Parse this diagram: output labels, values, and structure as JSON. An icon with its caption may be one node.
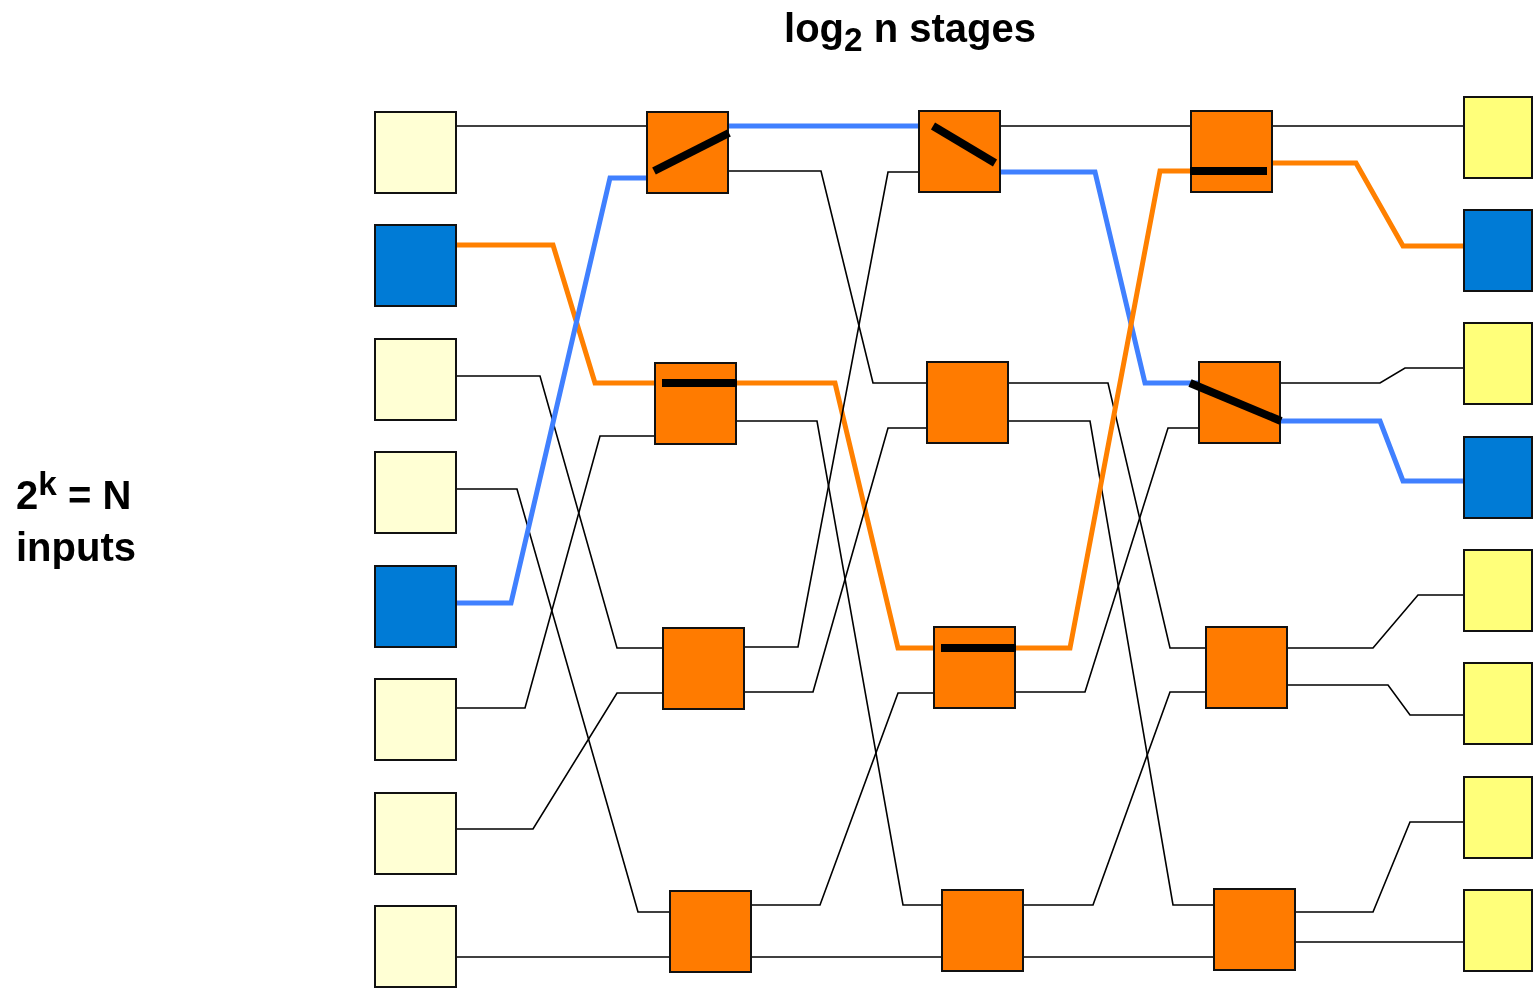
{
  "diagram": {
    "title": "log$_{2}$ n stages",
    "nodes": [
      {
        "text": [],
        "shape": "box"
      },
      {
        "text": [],
        "shape": "box"
      },
      {
        "text": [],
        "shape": "box"
      },
      {
        "text": [],
        "shape": "box"
      },
      {
        "text": [],
        "shape": "box"
      },
      {
        "text": [],
        "shape": "box"
      },
      {
        "text": [],
        "shape": "box"
      },
      {
        "text": [],
        "shape": "box"
      },
      {
        "text": [],
        "shape": "box"
      },
      {
        "text": [],
        "shape": "box"
      },
      {
        "text": [],
        "shape": "box"
      },
      {
        "text": [],
        "shape": "box"
      },
      {
        "text": [],
        "shape": "box"
      },
      {
        "text": [],
        "shape": "box"
      },
      {
        "text": [],
        "shape": "box"
      },
      {
        "text": [],
        "shape": "box"
      },
      {
        "text": [],
        "shape": "box"
      },
      {
        "text": [],
        "shape": "box"
      },
      {
        "text": [],
        "shape": "box"
      },
      {
        "text": [],
        "shape": "box"
      },
      {
        "text": [],
        "shape": "box"
      },
      {
        "text": [],
        "shape": "box"
      },
      {
        "text": [],
        "shape": "box"
      },
      {
        "text": [],
        "shape": "box"
      },
      {
        "text": [],
        "shape": "box"
      },
      {
        "text": [],
        "shape": "box"
      },
      {
        "text": [],
        "shape": "box"
      },
      {
        "text": [],
        "shape": "box"
      }
    ],
    "edges": [
      {
        "from": 0,
        "to": 8,
        "arrow": "none"
      },
      {
        "from": 1,
        "to": 9,
        "arrow": "none",
        "style": "thick",
        "color": "#ff8000"
      },
      {
        "from": 2,
        "to": 10,
        "arrow": "none"
      },
      {
        "from": 3,
        "to": 11,
        "arrow": "none"
      },
      {
        "from": 4,
        "to": 8,
        "arrow": "none",
        "style": "thick",
        "color": "#4080ff"
      },
      {
        "from": 5,
        "to": 9,
        "arrow": "none"
      },
      {
        "from": 6,
        "to": 10,
        "arrow": "none"
      },
      {
        "from": 7,
        "to": 11,
        "arrow": "none"
      },
      {
        "from": 8,
        "to": 12,
        "arrow": "none",
        "style": "thick",
        "color": "#4080ff"
      },
      {
        "from": 8,
        "to": 13,
        "arrow": "none"
      },
      {
        "from": 9,
        "to": 14,
        "arrow": "none",
        "style": "thick",
        "color": "#ff8000"
      },
      {
        "from": 9,
        "to": 15,
        "arrow": "none"
      },
      {
        "from": 10,
        "to": 12,
        "arrow": "none"
      },
      {
        "from": 10,
        "to": 13,
        "arrow": "none"
      },
      {
        "from": 11,
        "to": 14,
        "arrow": "none"
      },
      {
        "from": 11,
        "to": 15,
        "arrow": "none"
      },
      {
        "from": 12,
        "to": 16,
        "arrow": "none"
      },
      {
        "from": 12,
        "to": 17,
        "arrow": "none",
        "style": "thick",
        "color": "#4080ff"
      },
      {
        "from": 13,
        "to": 18,
        "arrow": "none"
      },
      {
        "from": 13,
        "to": 19,
        "arrow": "none"
      },
      {
        "from": 14,
        "to": 16,
        "arrow": "none",
        "style": "thick",
        "color": "#ff8000"
      },
      {
        "from": 14,
        "to": 17,
        "arrow": "none"
      },
      {
        "from": 15,
        "to": 18,
        "arrow": "none"
      },
      {
        "from": 15,
        "to": 19,
        "arrow": "none"
      },
      {
        "from": 16,
        "to": 20,
        "arrow": "none"
      },
      {
        "from": 16,
        "to": 21,
        "arrow": "none",
        "style": "thick",
        "color": "#ff8000"
      },
      {
        "from": 17,
        "to": 22,
        "arrow": "none"
      },
      {
        "from": 17,
        "to": 23,
        "arrow": "none",
        "style": "thick",
        "color": "#4080ff"
      },
      {
        "from": 18,
        "to": 24,
        "arrow": "none"
      },
      {
        "from": 18,
        "to": 25,
        "arrow": "none"
      },
      {
        "from": 19,
        "to": 26,
        "arrow": "none"
      },
      {
        "from": 19,
        "to": 27,
        "arrow": "none"
      }
    ],
    "labels": [
      "2$^{k}$ = N inputs"
    ]
  }
}
